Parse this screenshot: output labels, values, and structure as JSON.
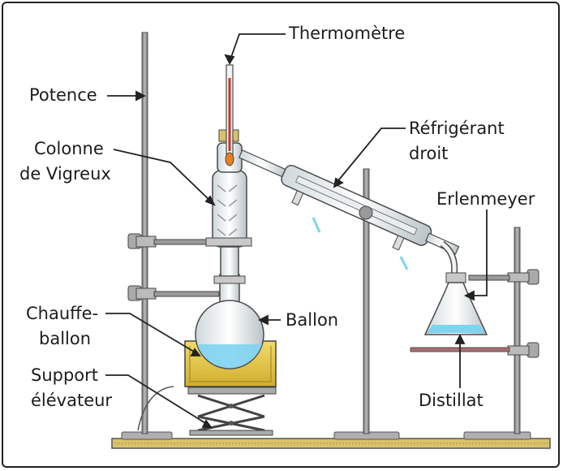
{
  "labels": {
    "thermometre": "Thermomètre",
    "potence": "Potence",
    "colonne_l1": "Colonne",
    "colonne_l2": "de Vigreux",
    "refrigerant_l1": "Réfrigérant",
    "refrigerant_l2": "droit",
    "erlenmeyer": "Erlenmeyer",
    "ballon": "Ballon",
    "chauffe_l1": "Chauffe-",
    "chauffe_l2": "ballon",
    "support_l1": "Support",
    "support_l2": "élévateur",
    "distillat": "Distillat"
  },
  "colors": {
    "metal": "#8e8e8e",
    "base": "#b0b0b0",
    "glass_edge": "#4a4a4a",
    "liquid": "#7fd3f0",
    "heater_yellow": "#e6c84a",
    "thermo_red": "#c0392b"
  }
}
